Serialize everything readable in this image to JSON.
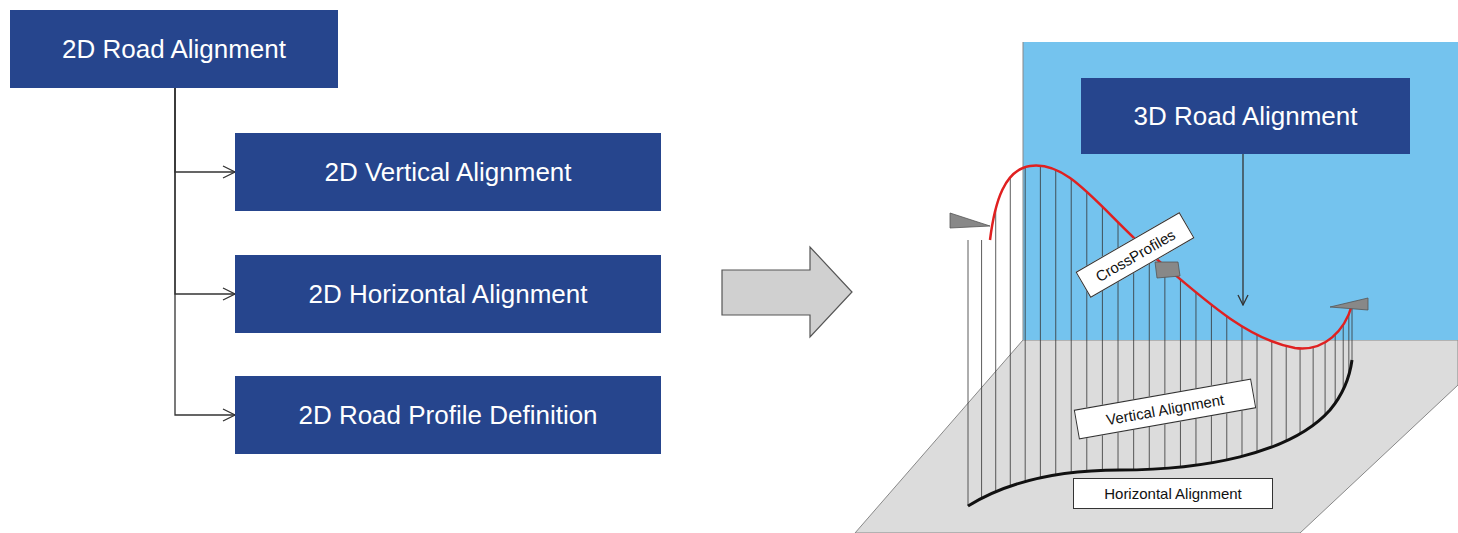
{
  "diagram": {
    "nodes": [
      {
        "text": [
          "2D Road Alignment"
        ]
      },
      {
        "text": [
          "2D Vertical Alignment"
        ]
      },
      {
        "text": [
          "2D Horizontal Alignment"
        ]
      },
      {
        "text": [
          "2D Road Profile Definition"
        ]
      },
      {
        "text": [
          "3D Road Alignment"
        ]
      },
      {
        "text": [
          "CrossProfiles"
        ]
      },
      {
        "text": [
          "Vertical Alignment"
        ]
      },
      {
        "text": [
          "Horizontal Alignment"
        ]
      }
    ],
    "edges": [
      {
        "from": 0,
        "to": 1,
        "arrow": "to"
      },
      {
        "from": 0,
        "to": 2,
        "arrow": "to"
      },
      {
        "from": 0,
        "to": 3,
        "arrow": "to"
      }
    ]
  }
}
